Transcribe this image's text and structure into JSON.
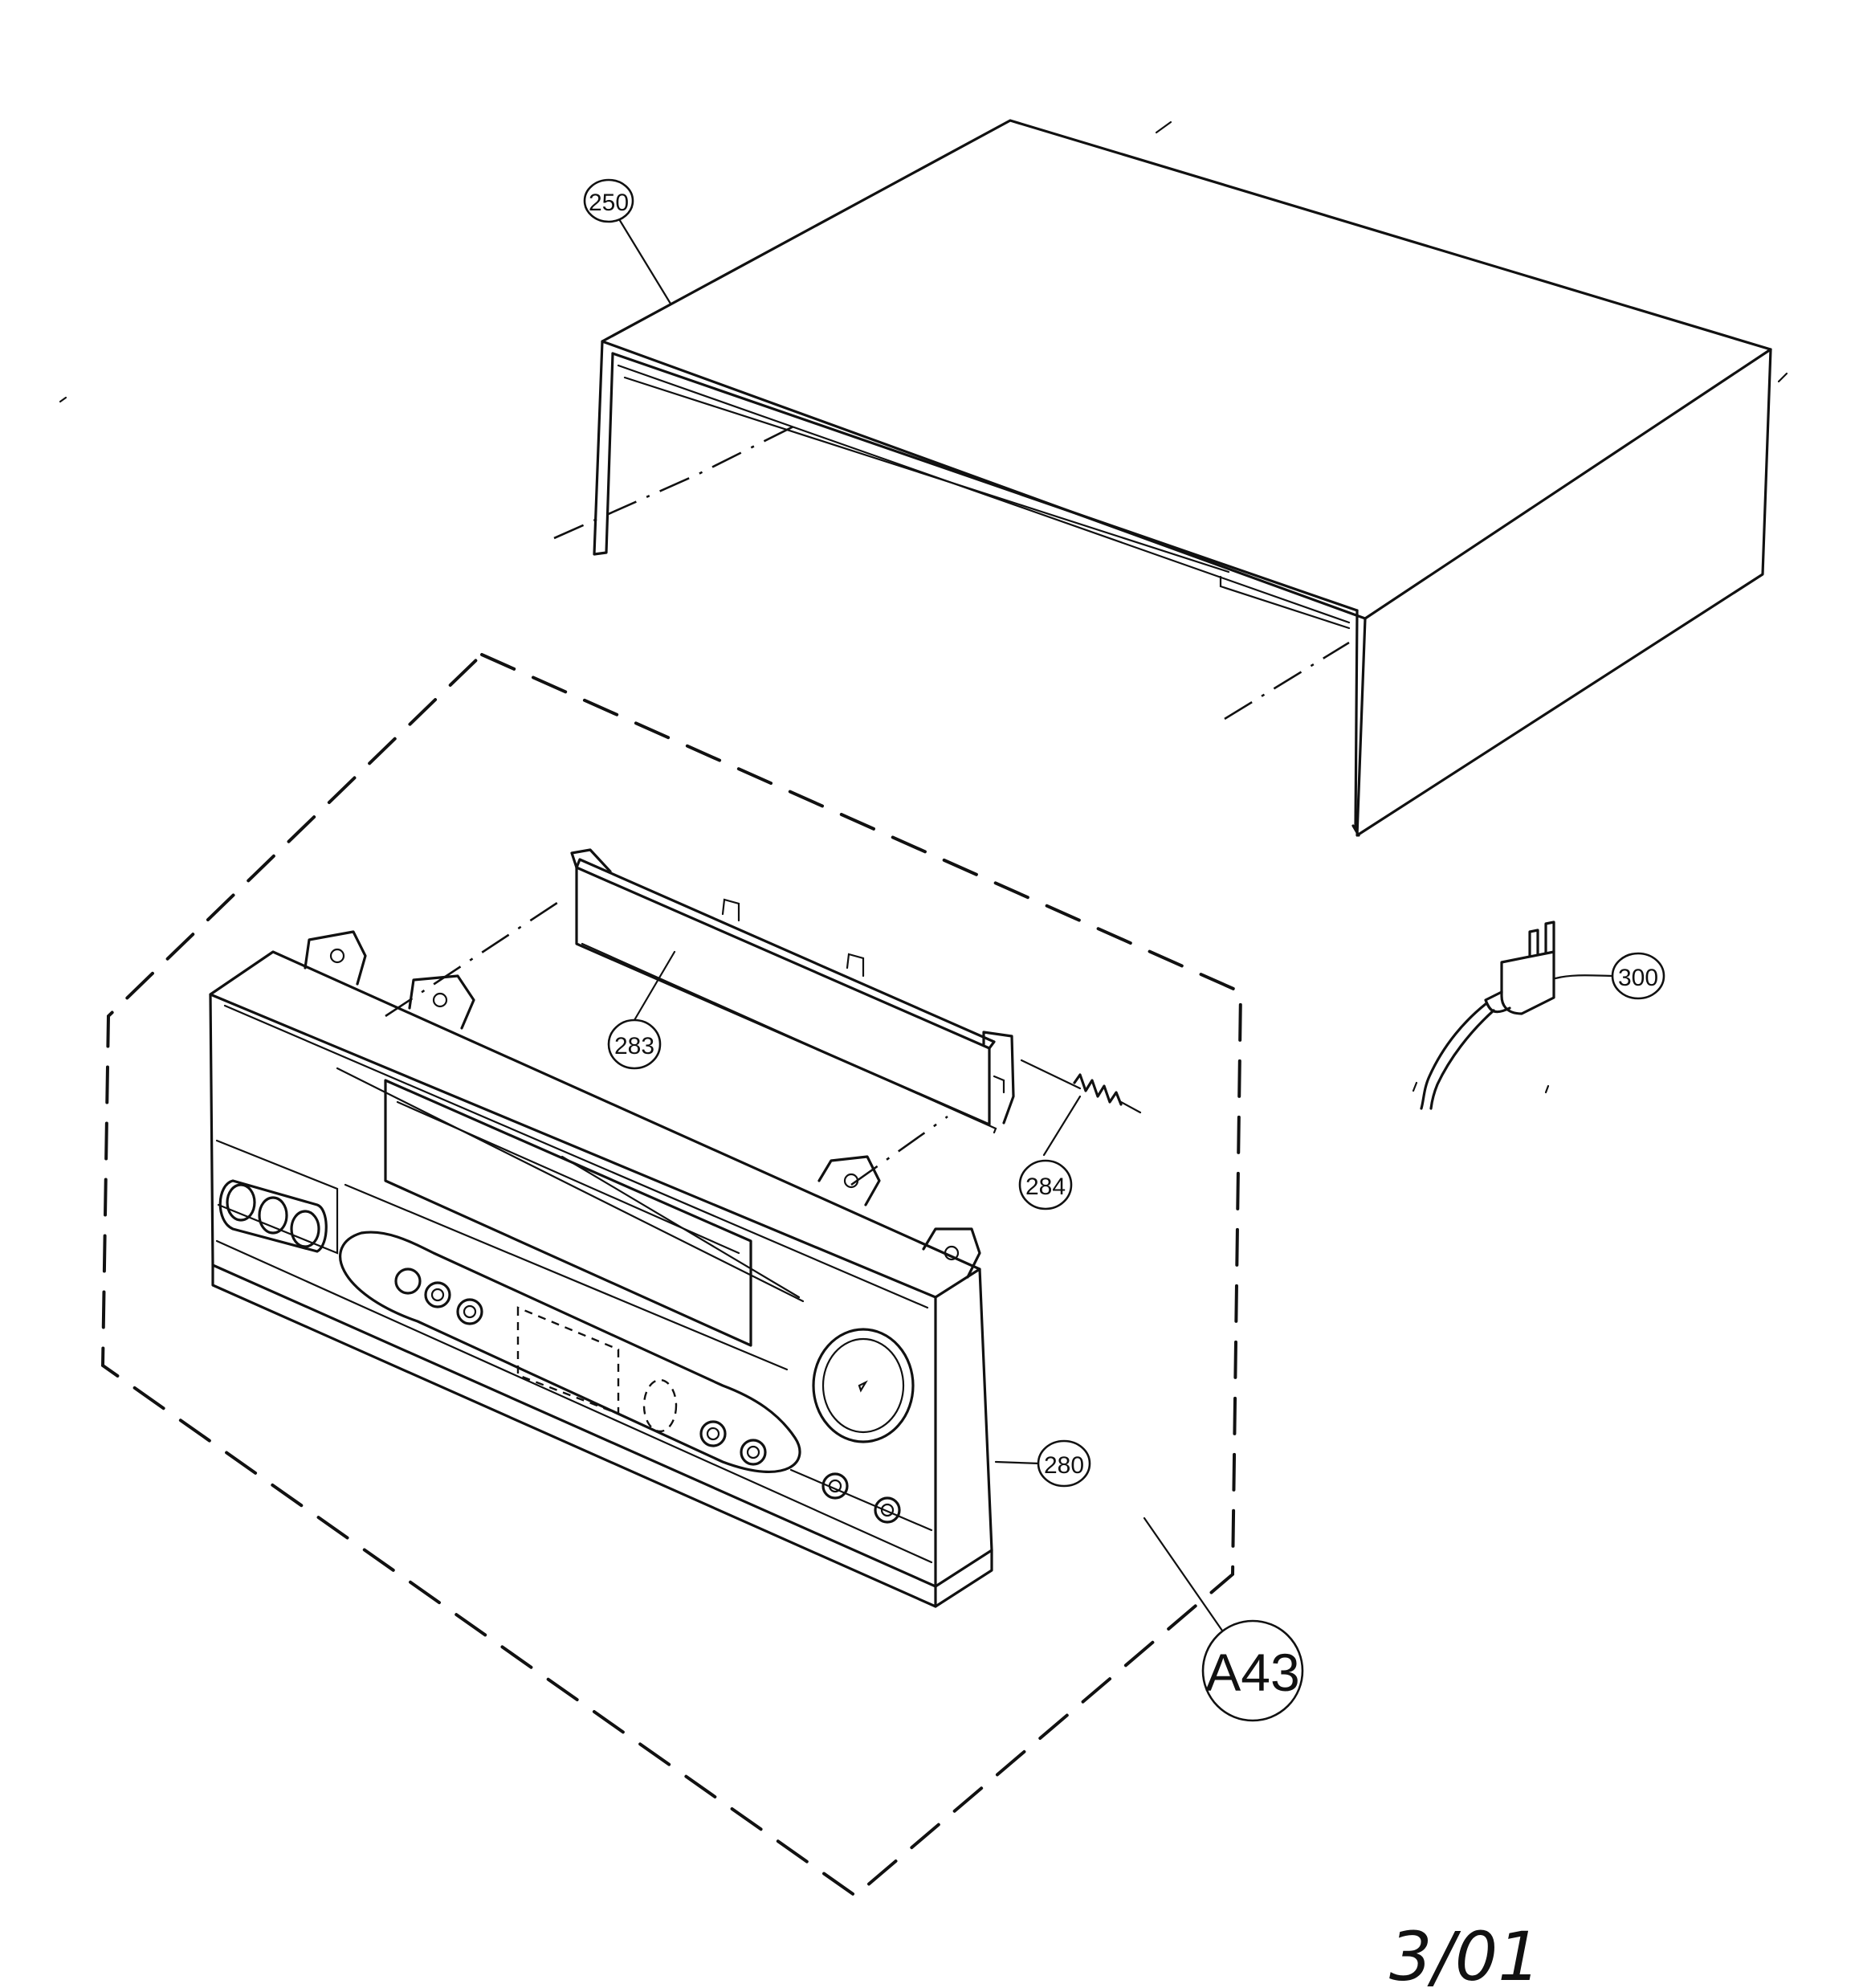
{
  "callouts": {
    "c250": "250",
    "c283": "283",
    "c284": "284",
    "c280": "280",
    "c300": "300",
    "a43": "A43"
  },
  "footer": {
    "date": "3/01"
  },
  "parts": [
    {
      "name": "top-cover"
    },
    {
      "name": "front-panel-assembly"
    },
    {
      "name": "cassette-door"
    },
    {
      "name": "door-spring"
    },
    {
      "name": "power-cord"
    }
  ]
}
